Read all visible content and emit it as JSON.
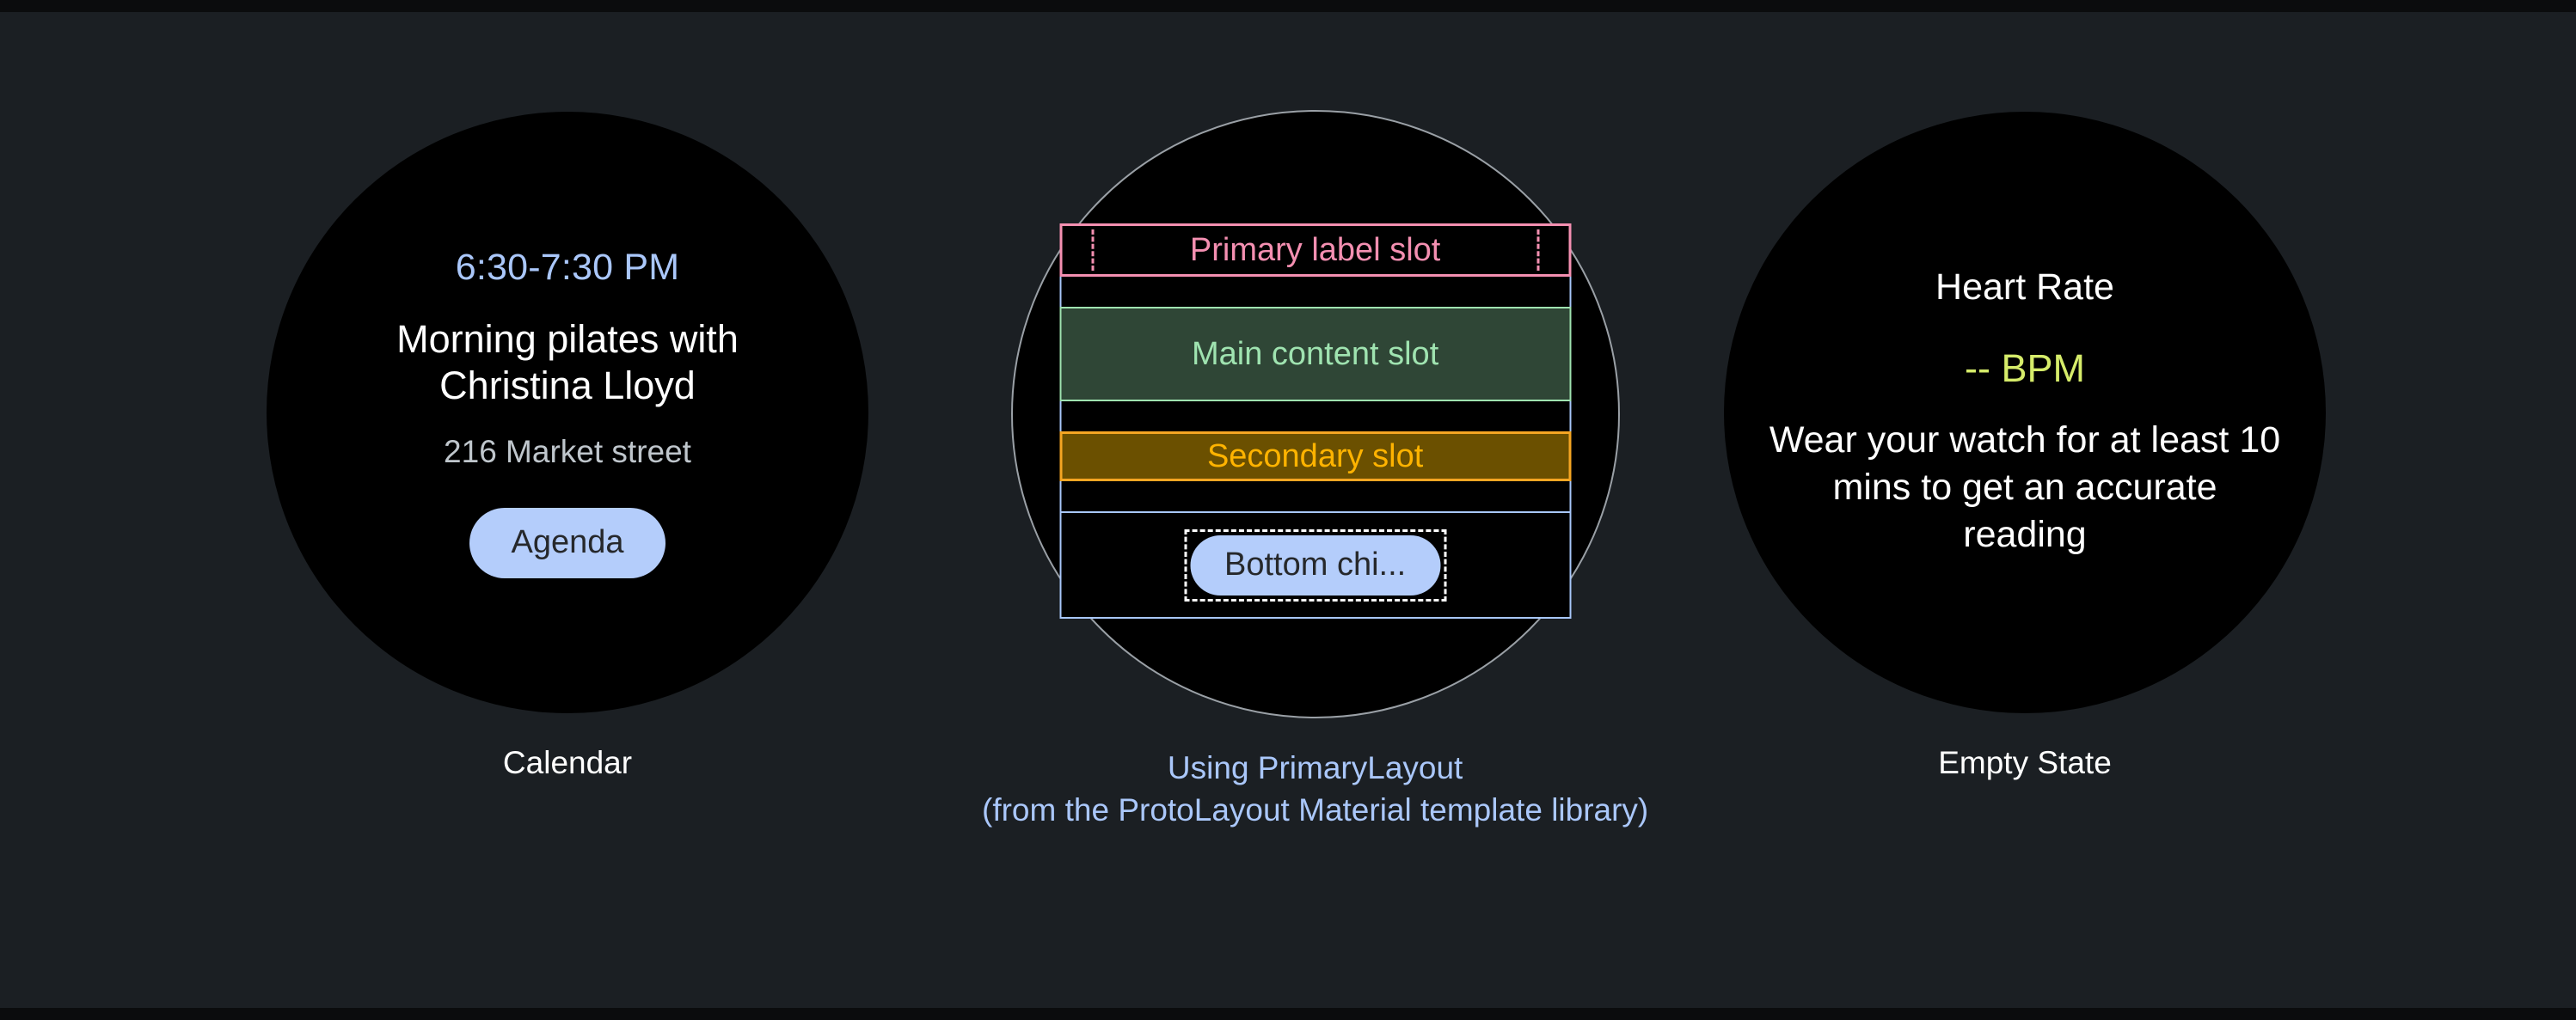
{
  "page": {
    "background": "#1b1f23",
    "gutter_color": "#0b0c0d"
  },
  "colors": {
    "accent_blue": "#aac7fa",
    "chip_blue": "#b4cdfb",
    "primary_slot_pink": "#f48fb1",
    "main_slot_green": "#9fe3b0",
    "main_slot_fill": "#2f4636",
    "secondary_slot_orange": "#ffb300",
    "secondary_slot_fill": "#6b5000",
    "outline_blue": "#a8c7fa",
    "bezel_grey": "#9aa0a6",
    "bpm_green": "#d6ec6a",
    "address_grey": "#bfc6cc",
    "screen_black": "#000000"
  },
  "watches": [
    {
      "id": "calendar",
      "caption": "Calendar",
      "caption_sub": "",
      "screen": {
        "time_range": "6:30-7:30 PM",
        "title": "Morning pilates with Christina Lloyd",
        "address": "216 Market street",
        "chip_label": "Agenda"
      }
    },
    {
      "id": "proto-layout",
      "caption": "Using PrimaryLayout",
      "caption_sub": "(from the ProtoLayout Material template library)",
      "screen": {
        "primary_label_slot": "Primary label slot",
        "main_content_slot": "Main content slot",
        "secondary_slot": "Secondary slot",
        "bottom_chip_label": "Bottom chi..."
      }
    },
    {
      "id": "empty-state",
      "caption": "Empty State",
      "caption_sub": "",
      "screen": {
        "title": "Heart Rate",
        "value": "-- BPM",
        "body": "Wear your watch for at least 10 mins to get an accurate reading"
      }
    }
  ]
}
